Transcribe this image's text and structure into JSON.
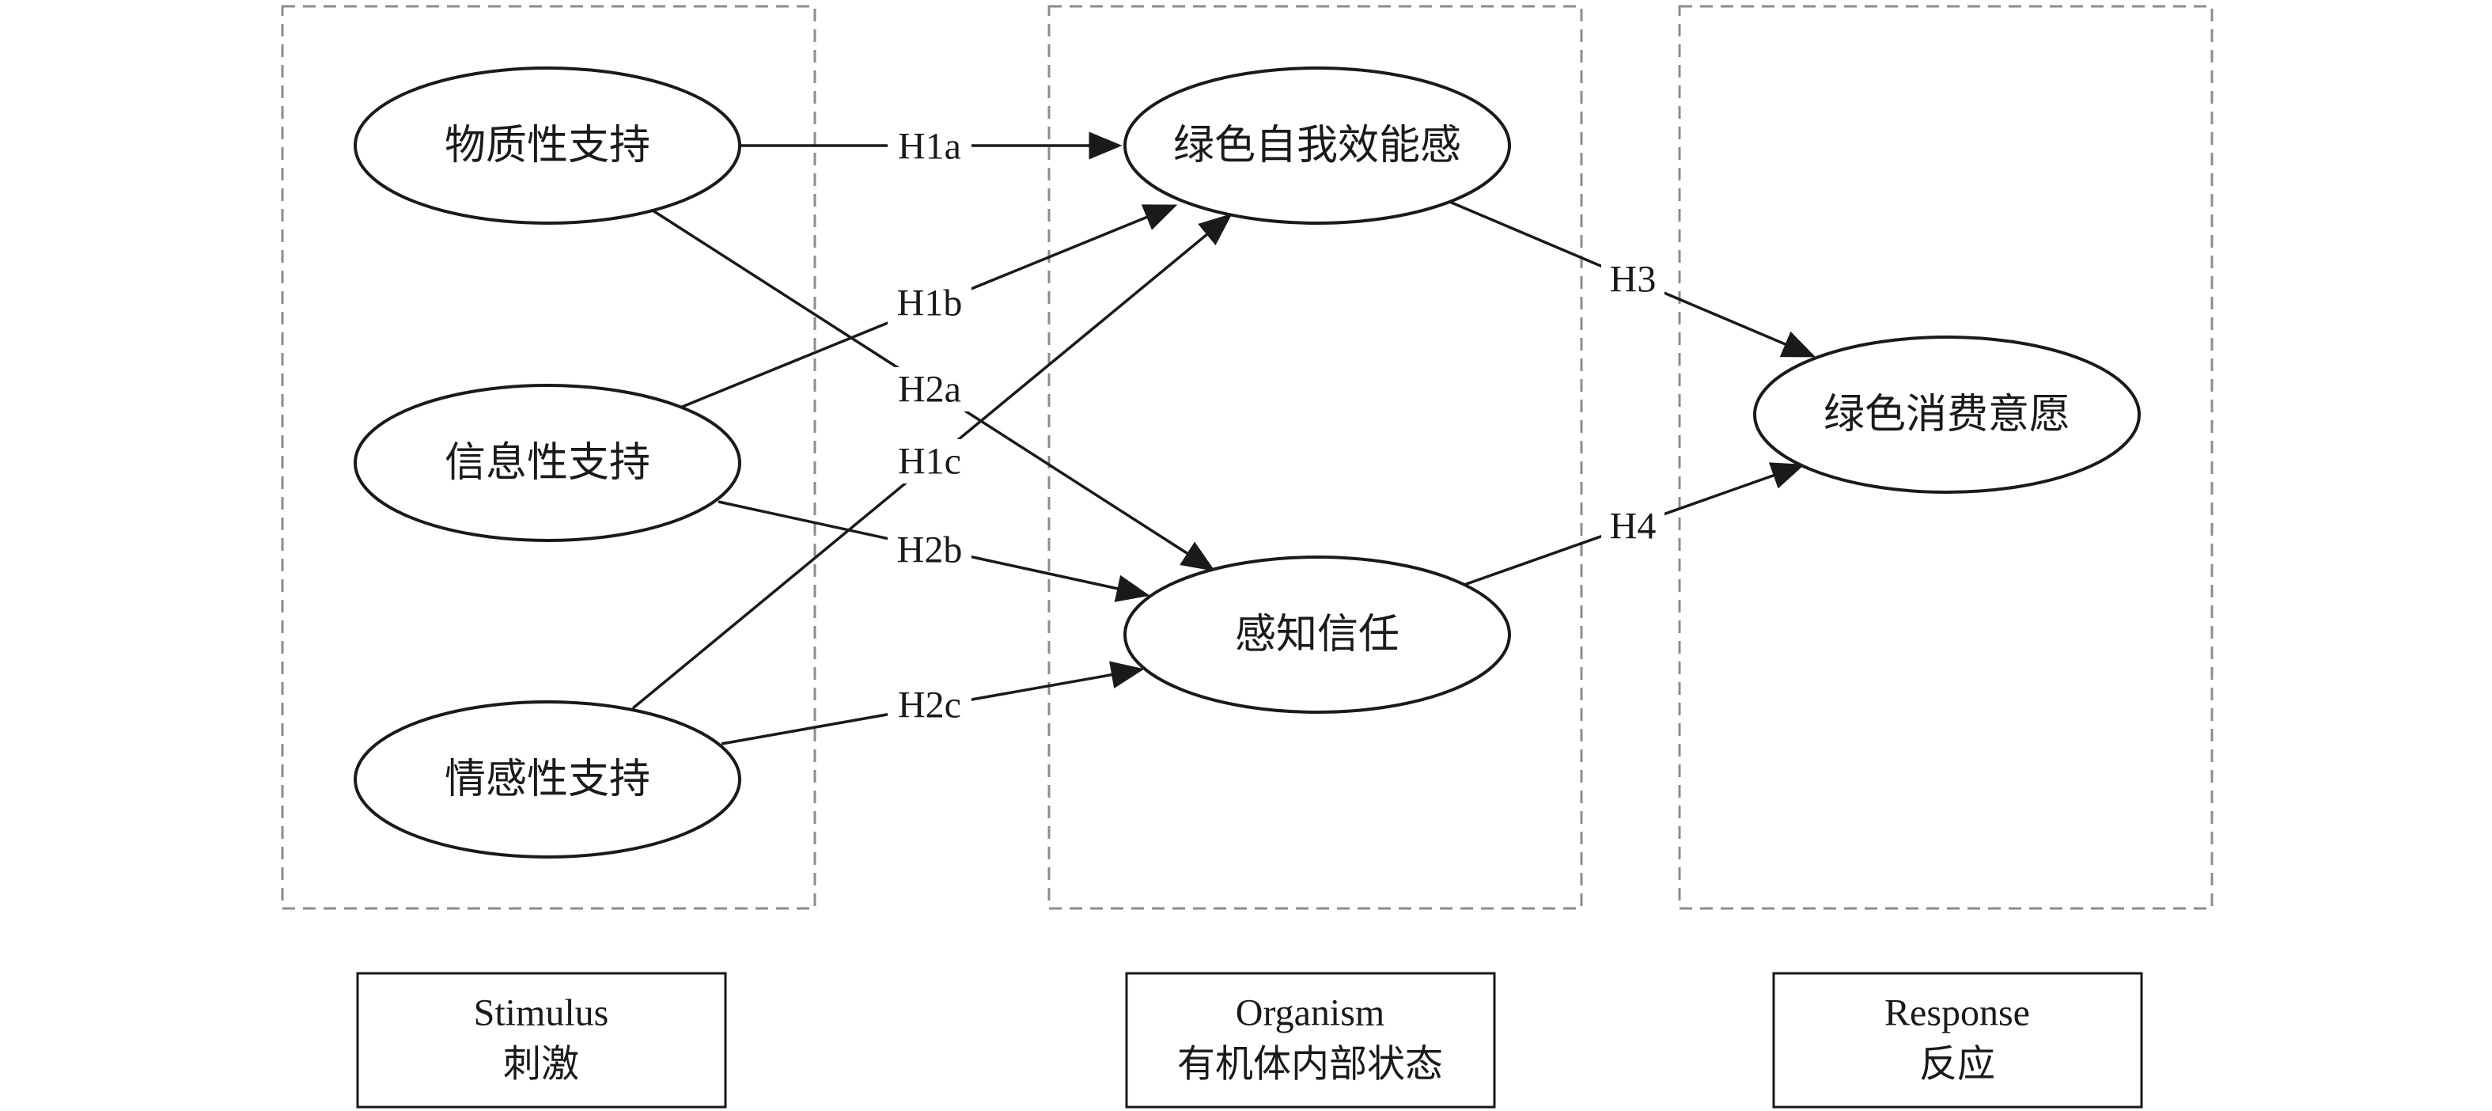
{
  "nodes": {
    "material": "物质性支持",
    "informational": "信息性支持",
    "emotional": "情感性支持",
    "efficacy": "绿色自我效能感",
    "trust": "感知信任",
    "intention": "绿色消费意愿"
  },
  "edges": {
    "h1a": "H1a",
    "h1b": "H1b",
    "h1c": "H1c",
    "h2a": "H2a",
    "h2b": "H2b",
    "h2c": "H2c",
    "h3": "H3",
    "h4": "H4"
  },
  "stages": {
    "stimulus": {
      "en": "Stimulus",
      "zh": "刺激"
    },
    "organism": {
      "en": "Organism",
      "zh": "有机体内部状态"
    },
    "response": {
      "en": "Response",
      "zh": "反应"
    }
  },
  "colors": {
    "stroke": "#1a1a1a",
    "panel_border": "#8c8c8c",
    "background": "#ffffff"
  }
}
